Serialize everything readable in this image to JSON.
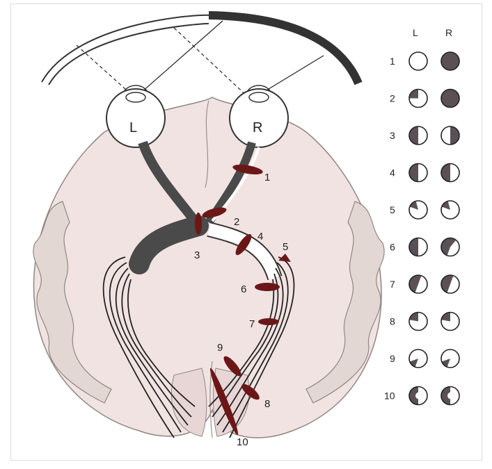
{
  "eyes": {
    "left": "L",
    "right": "R"
  },
  "lesions": [
    "1",
    "2",
    "3",
    "4",
    "5",
    "6",
    "7",
    "8",
    "9",
    "10"
  ],
  "defects": {
    "col_left": "L",
    "col_right": "R",
    "rows": [
      {
        "n": "1",
        "L": "full-clear",
        "R": "full-dark"
      },
      {
        "n": "2",
        "L": "upper-temporal-quadrant",
        "R": "full-dark"
      },
      {
        "n": "3",
        "L": "left-half",
        "R": "right-half"
      },
      {
        "n": "4",
        "L": "left-half",
        "R": "left-half"
      },
      {
        "n": "5",
        "L": "small-upper-left",
        "R": "small-upper-left"
      },
      {
        "n": "6",
        "L": "left-half",
        "R": "left-half-notch"
      },
      {
        "n": "7",
        "L": "left-half-partial",
        "R": "left-half-partial"
      },
      {
        "n": "8",
        "L": "upper-left-quadrant",
        "R": "upper-left-quadrant"
      },
      {
        "n": "9",
        "L": "lower-left-small",
        "R": "lower-left-small"
      },
      {
        "n": "10",
        "L": "left-half-macular-sparing",
        "R": "left-half-macular-sparing"
      }
    ]
  },
  "colors": {
    "pathway": "#4a4a4a",
    "lesion": "#6b1717",
    "brain": "#f1e3e1",
    "cortex": "#e2d7d3",
    "defect": "#5a5055"
  }
}
